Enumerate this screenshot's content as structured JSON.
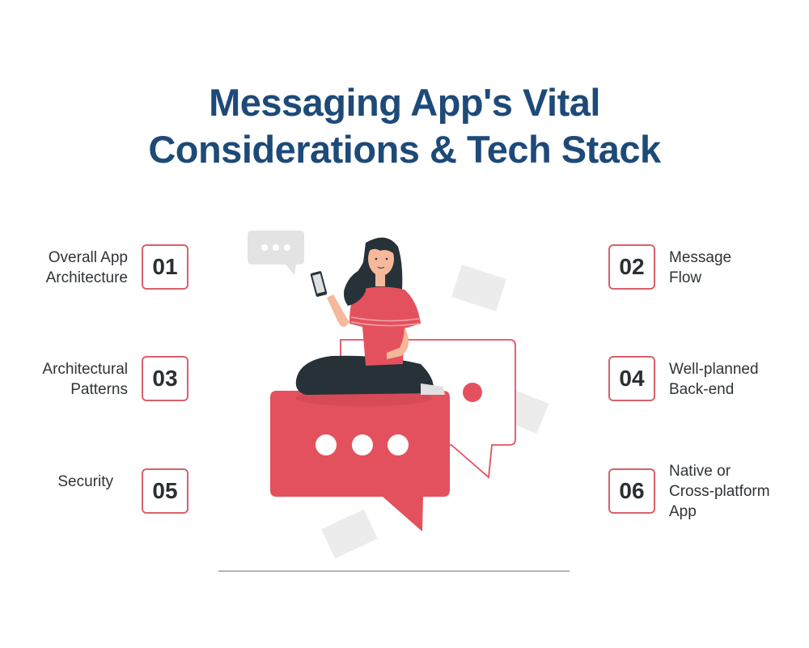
{
  "title": {
    "line1": "Messaging App's Vital",
    "line2": "Considerations & Tech Stack"
  },
  "colors": {
    "title": "#1d4a78",
    "accent": "#e4515e",
    "box_border": "#d9606c",
    "text": "#2f3336"
  },
  "items": [
    {
      "number": "01",
      "label_line1": "Overall App",
      "label_line2": "Architecture",
      "side": "left"
    },
    {
      "number": "02",
      "label_line1": "Message",
      "label_line2": "Flow",
      "side": "right"
    },
    {
      "number": "03",
      "label_line1": "Architectural",
      "label_line2": "Patterns",
      "side": "left"
    },
    {
      "number": "04",
      "label_line1": "Well-planned",
      "label_line2": "Back-end",
      "side": "right"
    },
    {
      "number": "05",
      "label_line1": "Security",
      "side": "left"
    },
    {
      "number": "06",
      "label_line1": "Native or",
      "label_line2": "Cross-platform",
      "label_line3": "App",
      "side": "right"
    }
  ],
  "illustration": {
    "subject": "woman-sitting-on-chat-bubbles-with-phone"
  }
}
